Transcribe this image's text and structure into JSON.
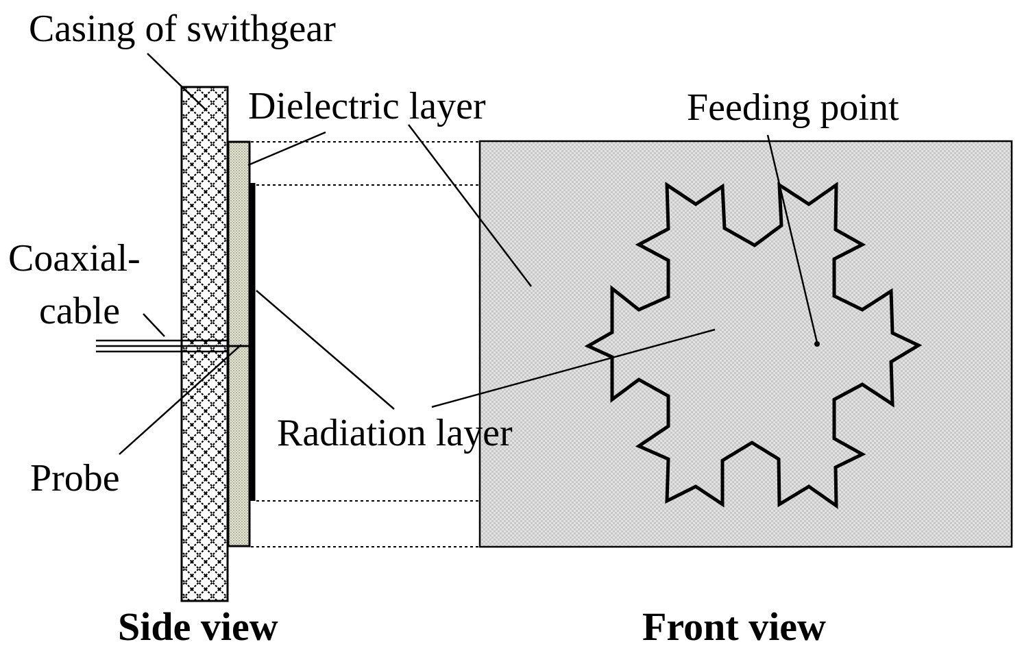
{
  "labels": {
    "casing": "Casing of swithgear",
    "dielectric": "Dielectric layer",
    "feeding_point": "Feeding point",
    "coaxial_line1": "Coaxial-",
    "coaxial_line2": "cable",
    "radiation": "Radiation layer",
    "probe": "Probe",
    "side_view": "Side view",
    "front_view": "Front view"
  },
  "colors": {
    "line": "#000000",
    "fill_gray": "#d9d9d9",
    "background": "#ffffff"
  }
}
